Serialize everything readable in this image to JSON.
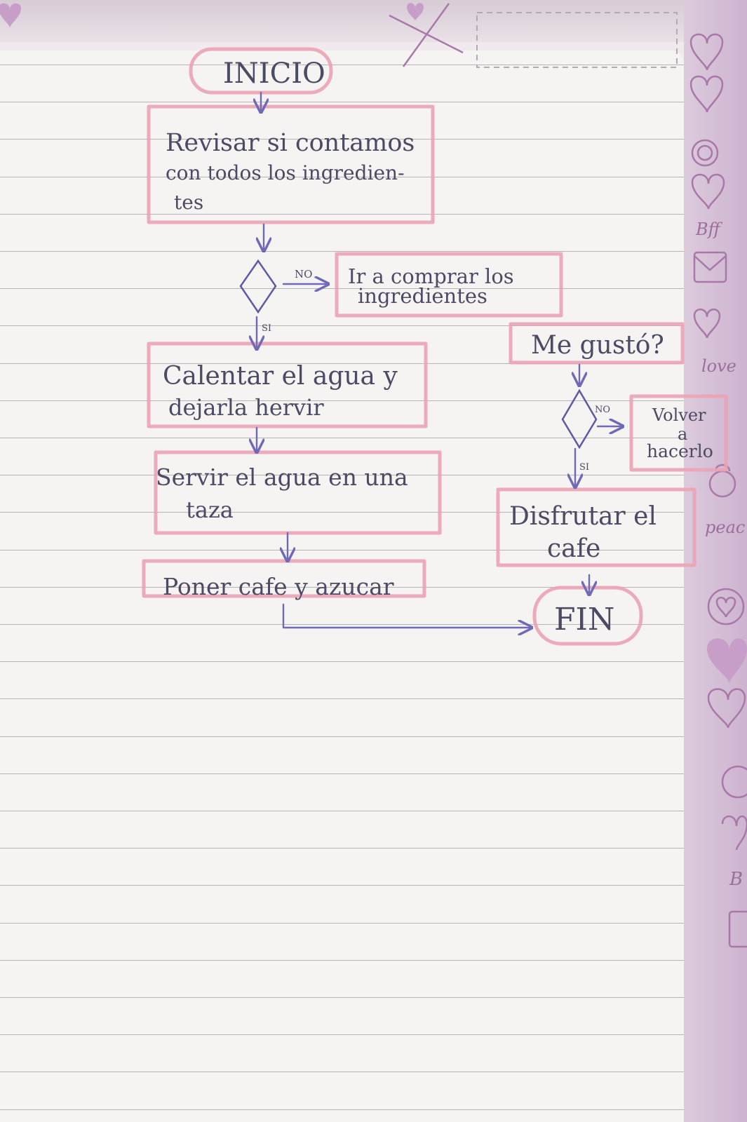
{
  "nodes": {
    "inicio": "INICIO",
    "revisar": [
      "Revisar si contamos",
      "con todos los ingredien-",
      "tes"
    ],
    "comprar": [
      "Ir a comprar los",
      "ingredientes"
    ],
    "calentar": [
      "Calentar el agua y",
      "dejarla hervir"
    ],
    "servir": [
      "Servir el agua en una",
      "taza"
    ],
    "poner": "Poner cafe y azucar",
    "me_gusto": "Me gustó?",
    "volver": [
      "Volver",
      "a",
      "hacerlo"
    ],
    "disfrutar": [
      "Disfrutar el",
      "cafe"
    ],
    "fin": "FIN"
  },
  "edges": {
    "no_1": "NO",
    "si_1": "SI",
    "no_2": "NO",
    "si_2": "SI"
  },
  "sidebar": {
    "words": [
      "Bff",
      "love",
      "peac",
      "B"
    ]
  },
  "colors": {
    "paper": "#f6f4f3",
    "ruled_line": "#b9b3b6",
    "highlighter": "#eaa3b4",
    "ink": "#4d4a63",
    "arrow_ink": "#6f69b8",
    "sidebar": "#cdb3cf"
  }
}
